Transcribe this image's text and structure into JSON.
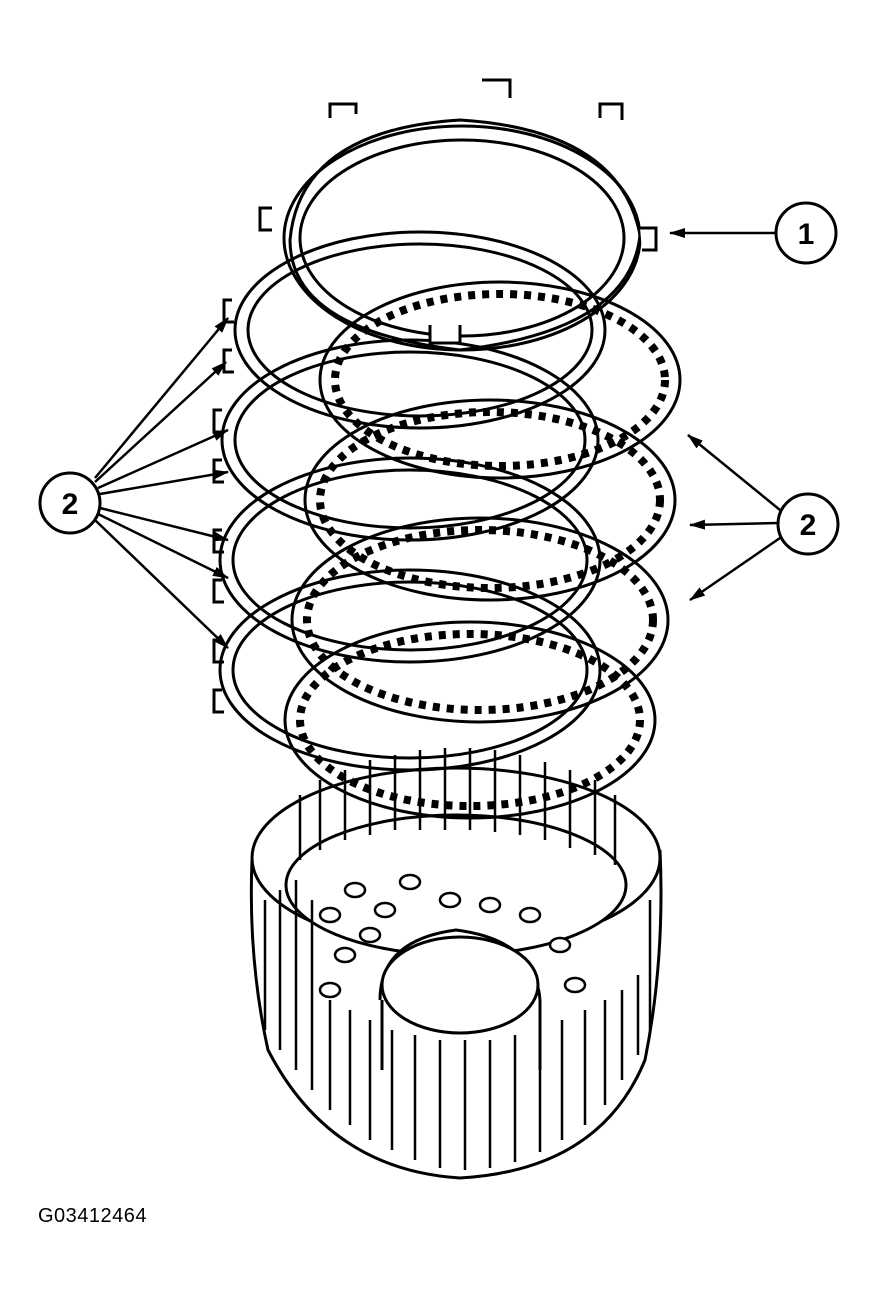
{
  "callouts": {
    "top_right": "1",
    "left": "2",
    "right": "2"
  },
  "figure_id": "G03412464",
  "colors": {
    "ink": "#000000",
    "paper": "#ffffff"
  }
}
